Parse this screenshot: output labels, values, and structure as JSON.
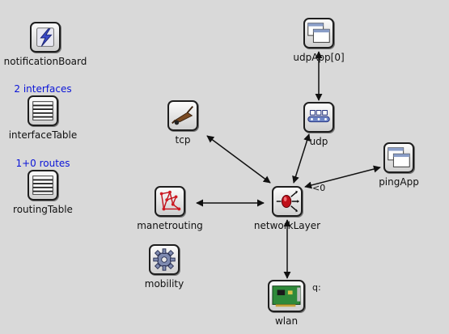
{
  "modules": {
    "notificationBoard": {
      "label": "notificationBoard",
      "icon": "lightning-bolt-icon"
    },
    "interfaceTable": {
      "label": "interfaceTable",
      "info": "2 interfaces",
      "icon": "table-lines-icon"
    },
    "routingTable": {
      "label": "routingTable",
      "info": "1+0 routes",
      "icon": "table-lines-icon"
    },
    "udpApp": {
      "label": "udpApp[0]",
      "icon": "windows-icon"
    },
    "tcp": {
      "label": "tcp",
      "icon": "wheelbarrow-icon"
    },
    "udp": {
      "label": "udp",
      "icon": "conveyor-icon"
    },
    "pingApp": {
      "label": "pingApp",
      "icon": "windows-icon"
    },
    "manetrouting": {
      "label": "manetrouting",
      "icon": "network-graph-icon"
    },
    "networkLayer": {
      "label": "networkLayer",
      "icon": "router-icon"
    },
    "mobility": {
      "label": "mobility",
      "icon": "gear-icon"
    },
    "wlan": {
      "label": "wlan",
      "icon": "network-card-icon"
    }
  },
  "gates": {
    "networkLayer_out": "<0",
    "wlan_q": "q:"
  },
  "colors": {
    "background": "#d9d9d9",
    "info_text": "#0a14d8",
    "arrow": "#111111"
  }
}
